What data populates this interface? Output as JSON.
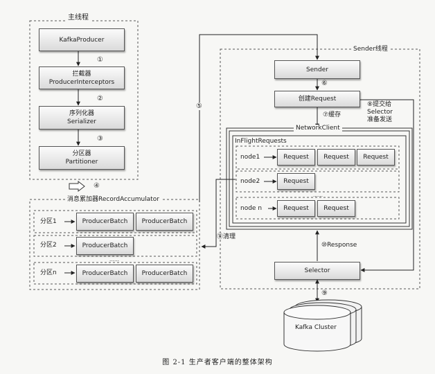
{
  "main_thread": {
    "title": "主线程",
    "producer": "KafkaProducer",
    "interceptors_cn": "拦截器",
    "interceptors_en": "ProducerInterceptors",
    "serializer_cn": "序列化器",
    "serializer_en": "Serializer",
    "partitioner_cn": "分区器",
    "partitioner_en": "Partitioner"
  },
  "steps": {
    "s1": "①",
    "s2": "②",
    "s3": "③",
    "s4": "④",
    "s5": "⑤",
    "s6": "⑥",
    "s7": "⑦缓存",
    "s8": "⑧提交给",
    "s8b": "Selector",
    "s8c": "准备发送",
    "s9": "⑨",
    "s10": "⑩Response",
    "s11": "⑪清理"
  },
  "accumulator": {
    "title": "消息累加器RecordAccumulator",
    "rows": [
      {
        "label": "分区1",
        "batches": [
          "ProducerBatch",
          "ProducerBatch"
        ]
      },
      {
        "label": "分区2",
        "batches": [
          "ProducerBatch"
        ]
      },
      {
        "label": "分区n",
        "batches": [
          "ProducerBatch",
          "ProducerBatch"
        ]
      }
    ],
    "ellipsis": "……"
  },
  "sender_thread": {
    "title": "Sender线程",
    "sender": "Sender",
    "create_request": "创建Request",
    "network_client": "NetworkClient",
    "inflight": "InFlightRequests",
    "nodes": [
      {
        "label": "node1",
        "requests": [
          "Request",
          "Request",
          "Request"
        ]
      },
      {
        "label": "node2",
        "requests": [
          "Request"
        ]
      },
      {
        "label": "node n",
        "requests": [
          "Request",
          "Request"
        ]
      }
    ],
    "ellipsis": "……",
    "selector": "Selector"
  },
  "cluster": "Kafka Cluster",
  "caption": "图 2-1   生产者客户端的整体架构"
}
